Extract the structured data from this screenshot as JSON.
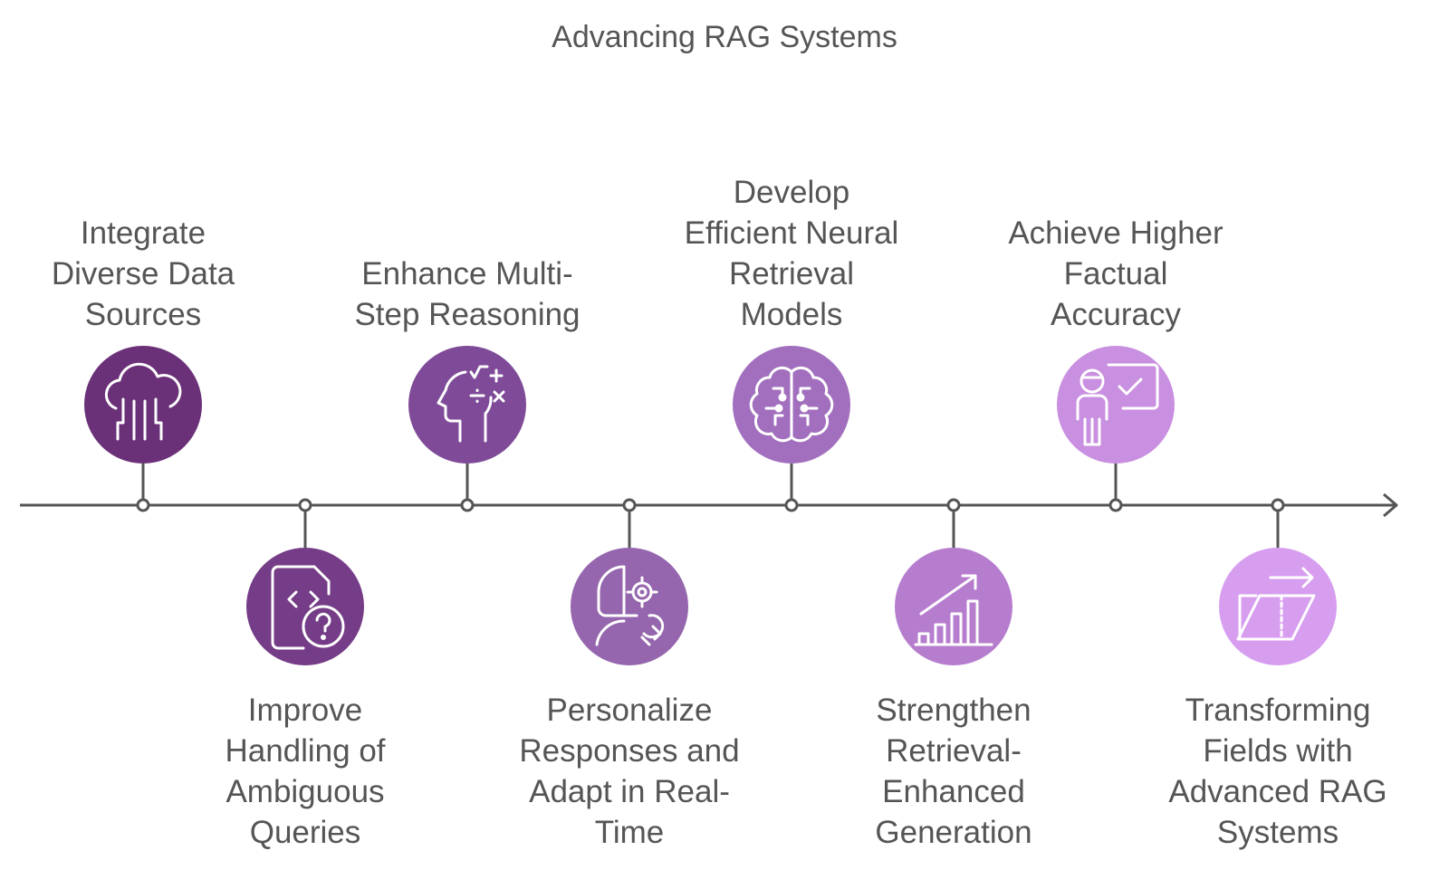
{
  "title": "Advancing RAG Systems",
  "colors": {
    "line": "#555555",
    "circles": [
      "#6b3178",
      "#753c87",
      "#7f4b99",
      "#9566ae",
      "#a26fbe",
      "#b67dcf",
      "#c98fe0",
      "#d79ef0"
    ]
  },
  "milestones": [
    {
      "label": "Integrate\nDiverse Data\nSources",
      "icon": "cloud-circuit-icon",
      "position": "top"
    },
    {
      "label": "Improve\nHandling of\nAmbiguous\nQueries",
      "icon": "code-file-question-icon",
      "position": "bottom"
    },
    {
      "label": "Enhance Multi-\nStep Reasoning",
      "icon": "head-math-icon",
      "position": "top"
    },
    {
      "label": "Personalize\nResponses and\nAdapt in Real-\nTime",
      "icon": "head-gear-icon",
      "position": "bottom"
    },
    {
      "label": "Develop\nEfficient Neural\nRetrieval\nModels",
      "icon": "brain-circuit-icon",
      "position": "top"
    },
    {
      "label": "Strengthen\nRetrieval-\nEnhanced\nGeneration",
      "icon": "growth-chart-icon",
      "position": "bottom"
    },
    {
      "label": "Achieve Higher\nFactual\nAccuracy",
      "icon": "presenter-check-icon",
      "position": "top"
    },
    {
      "label": "Transforming\nFields with\nAdvanced RAG\nSystems",
      "icon": "transform-shape-icon",
      "position": "bottom"
    }
  ]
}
